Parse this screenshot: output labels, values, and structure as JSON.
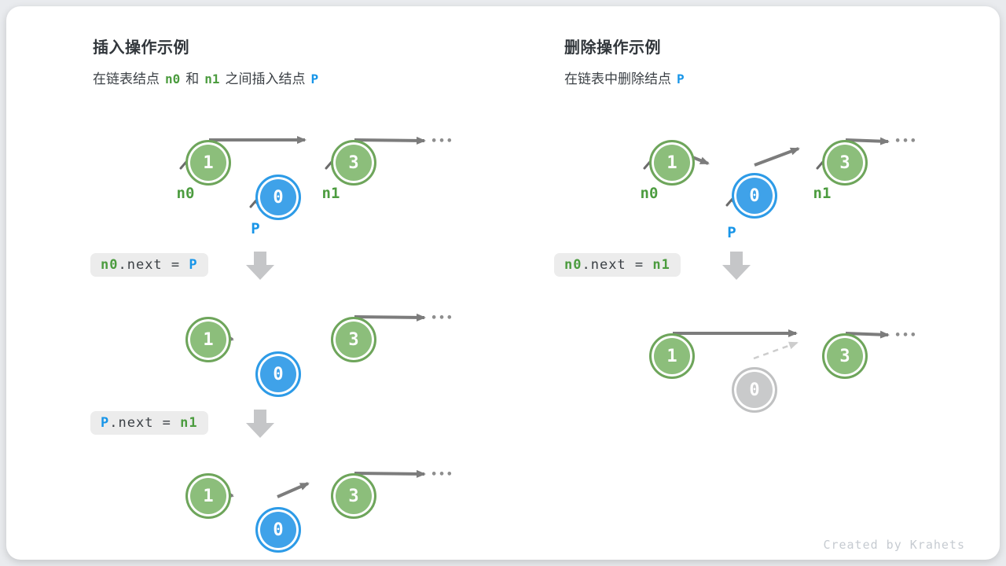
{
  "shared": {
    "node_values": {
      "head": "1",
      "inserted": "0",
      "tail": "3"
    },
    "pointer_labels": {
      "n0": "n0",
      "n1": "n1",
      "p": "P"
    },
    "ellipsis": "•••"
  },
  "insert_panel": {
    "title": "插入操作示例",
    "subtitle": {
      "t1": "在链表结点",
      "n0": "n0",
      "t2": "和",
      "n1": "n1",
      "t3": "之间插入结点",
      "p": "P"
    },
    "code_step1": {
      "lhs": "n0",
      "mid": ".next = ",
      "rhs": "P"
    },
    "code_step2": {
      "lhs": "P",
      "mid": ".next = ",
      "rhs": "n1"
    }
  },
  "delete_panel": {
    "title": "删除操作示例",
    "subtitle": {
      "t1": "在链表中删除结点",
      "p": "P"
    },
    "code_step1": {
      "lhs": "n0",
      "mid": ".next = ",
      "rhs": "n1"
    }
  },
  "footer": {
    "credit": "Created by Krahets"
  },
  "colors": {
    "node_green": "#8cbe7b",
    "node_green_border": "#6ea55b",
    "node_blue": "#3fa2e9",
    "node_gray": "#c9cacb",
    "text_green": "#4c9c3f",
    "text_blue": "#1795e8",
    "arrow_gray": "#7c7c7c",
    "dashed_gray": "#cdcdcd",
    "code_bg": "#ececec"
  }
}
